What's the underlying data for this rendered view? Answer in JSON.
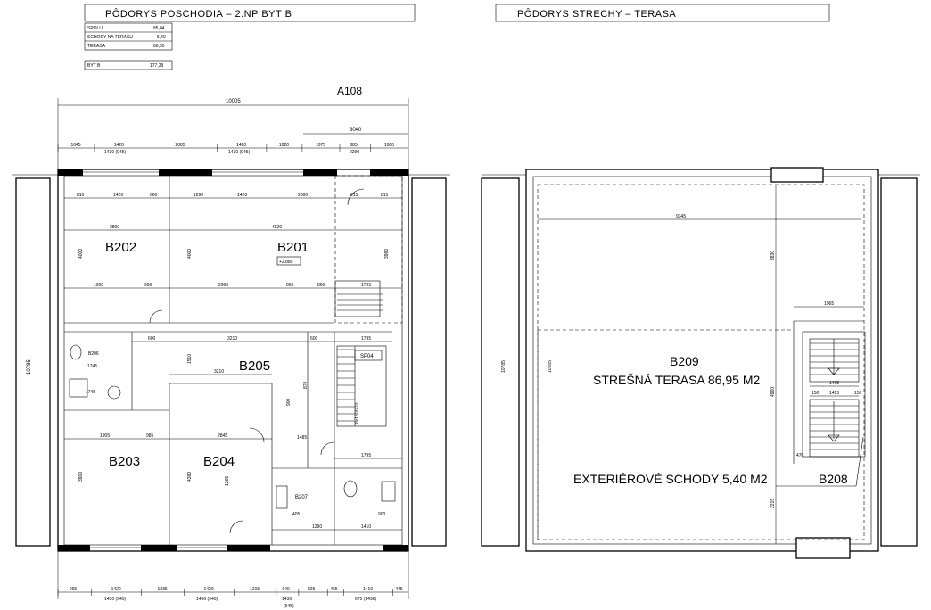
{
  "left": {
    "title": "PÔDORYS  POSCHODIA  –  2.NP      BYT  B",
    "area_table": [
      {
        "name": "SPOLU",
        "value": "85,04"
      },
      {
        "name": "SCHODY  NA TERASU",
        "value": "5,40"
      },
      {
        "name": "TERASA",
        "value": "86,95"
      }
    ],
    "total": {
      "name": "BYT  B",
      "value": "177,39"
    },
    "axis_label": "A108",
    "overall_width": "10005",
    "top_dims": [
      "1045",
      "1420",
      "2085",
      "1420",
      "1020",
      "1075",
      "885",
      "1080"
    ],
    "top_sub_dims": [
      "1430 (945)",
      "1430 (945)",
      "2290"
    ],
    "top_right_dim": "3040",
    "inner_top_dims": [
      "810",
      "1420",
      "660",
      "1290",
      "1420",
      "2080",
      "915",
      "815"
    ],
    "bottom_dims": [
      "965",
      "1420",
      "1235",
      "1420",
      "1215",
      "640",
      "825",
      "465",
      "1410",
      "445"
    ],
    "bottom_sub_dims": [
      "1430 (945)",
      "1430 (945)",
      "1430",
      "675 (1490)"
    ],
    "bottom_sub_dim2": "(945)",
    "height_dim": "10785",
    "rooms": {
      "b201": "B201",
      "b202": "B202",
      "b203": "B203",
      "b204": "B204",
      "b205": "B205",
      "b206": "B206",
      "b207": "B207",
      "sp04": "SP04",
      "level": "+2.880"
    },
    "room_dims": [
      "2890",
      "4520",
      "1900",
      "990",
      "2980",
      "865",
      "860",
      "1795",
      "3210",
      "3210",
      "1905",
      "985",
      "2845",
      "1795",
      "1485",
      "1745",
      "1745",
      "600",
      "600",
      "1795",
      "4000",
      "4000",
      "3980",
      "3900",
      "4380",
      "1510",
      "900",
      "1265",
      "870",
      "1290",
      "1410",
      "405",
      "900"
    ],
    "stair_label": "8x180/270"
  },
  "right": {
    "title": "PÔDORYS  STRECHY  –  TERASA",
    "room_code": "B209",
    "room_name": "STREŠNÁ  TERASA  86,95  M2",
    "stairs_label": "EXTERIÉROVÉ  SCHODY   5,40 M2",
    "stairs_code": "B208",
    "dims": [
      "9345",
      "1965",
      "3830",
      "4960",
      "2215",
      "10785",
      "10165",
      "1495",
      "1495",
      "150",
      "150",
      "470"
    ]
  }
}
